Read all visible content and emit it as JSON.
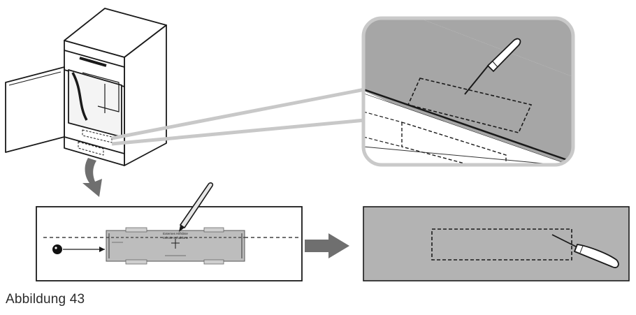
{
  "figure": {
    "caption": "Abbildung 43",
    "template_label": {
      "line1": "Externes Hilfslinie",
      "line2": "Schnitt-Schablone"
    }
  },
  "colors": {
    "panel_gray": "#b3b3b3",
    "zoom_border": "#c9c9c9",
    "zoom_bg": "#a5a5a5",
    "arrow_gray": "#6f6f6f",
    "line_dark": "#1a1a1a"
  }
}
